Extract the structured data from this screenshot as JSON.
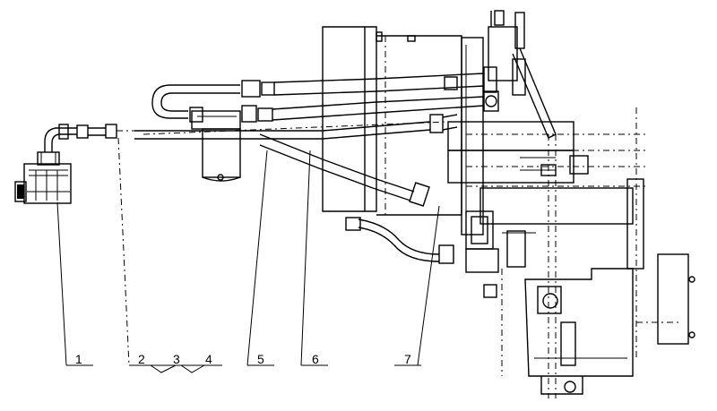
{
  "diagram": {
    "callouts": [
      {
        "id": "c1",
        "label": "1"
      },
      {
        "id": "c2",
        "label": "2"
      },
      {
        "id": "c3",
        "label": "3"
      },
      {
        "id": "c4",
        "label": "4"
      },
      {
        "id": "c5",
        "label": "5"
      },
      {
        "id": "c6",
        "label": "6"
      },
      {
        "id": "c7",
        "label": "7"
      }
    ],
    "colors": {
      "line": "#000000",
      "background": "#ffffff"
    }
  }
}
